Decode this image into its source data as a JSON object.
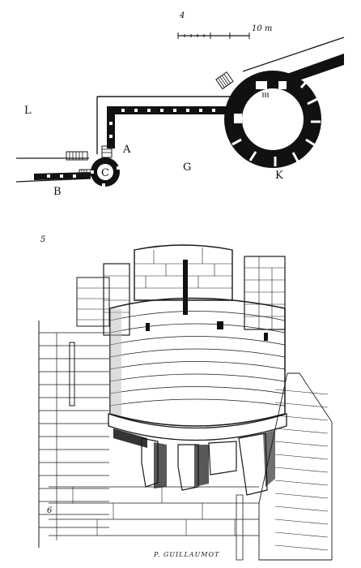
{
  "figure_numbers": {
    "plan": "4",
    "elevation": "5"
  },
  "scale_bar": {
    "label": "10 m"
  },
  "plan_labels": {
    "L": "L",
    "A": "A",
    "B": "B",
    "C": "C",
    "G": "G",
    "K": "K"
  },
  "signature": "P. GUILLAUMOT",
  "colors": {
    "ink": "#111111",
    "paper": "#ffffff"
  }
}
